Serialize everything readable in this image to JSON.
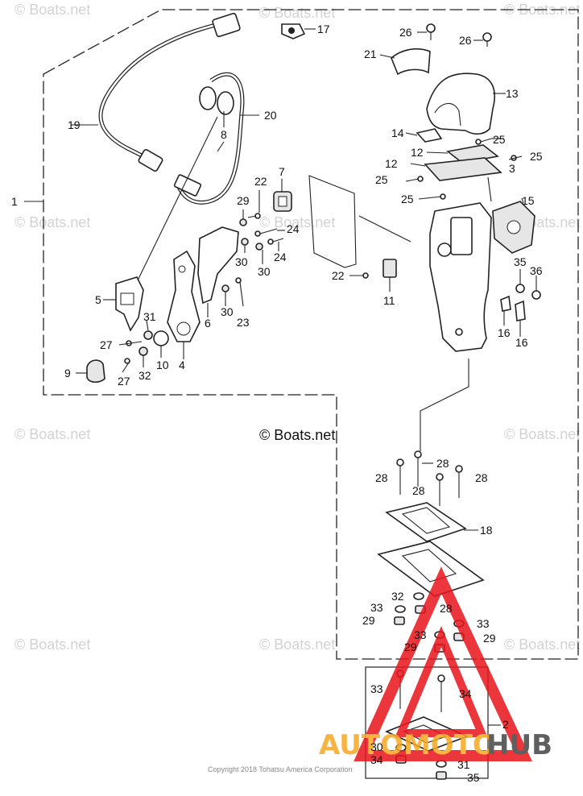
{
  "watermark": "© Boats.net",
  "copyright_center": "© Boats.net",
  "copyright_footer": "Copyright 2018 Tohatsu America Corporation",
  "logo": {
    "text_auto": "AUTOMOTO",
    "text_hub": "HUB",
    "color_red": "#e8141b",
    "color_orange": "#f7a721",
    "color_dark": "#444444"
  },
  "callouts": [
    "1",
    "2",
    "3",
    "4",
    "5",
    "6",
    "7",
    "8",
    "9",
    "10",
    "11",
    "12",
    "12",
    "13",
    "14",
    "15",
    "16",
    "16",
    "17",
    "18",
    "19",
    "20",
    "21",
    "22",
    "22",
    "23",
    "24",
    "24",
    "25",
    "25",
    "25",
    "25",
    "26",
    "26",
    "27",
    "27",
    "28",
    "28",
    "28",
    "28",
    "28",
    "29",
    "29",
    "29",
    "29",
    "30",
    "30",
    "30",
    "30",
    "31",
    "31",
    "32",
    "32",
    "33",
    "33",
    "33",
    "33",
    "34",
    "34",
    "35",
    "35",
    "36",
    "36"
  ]
}
